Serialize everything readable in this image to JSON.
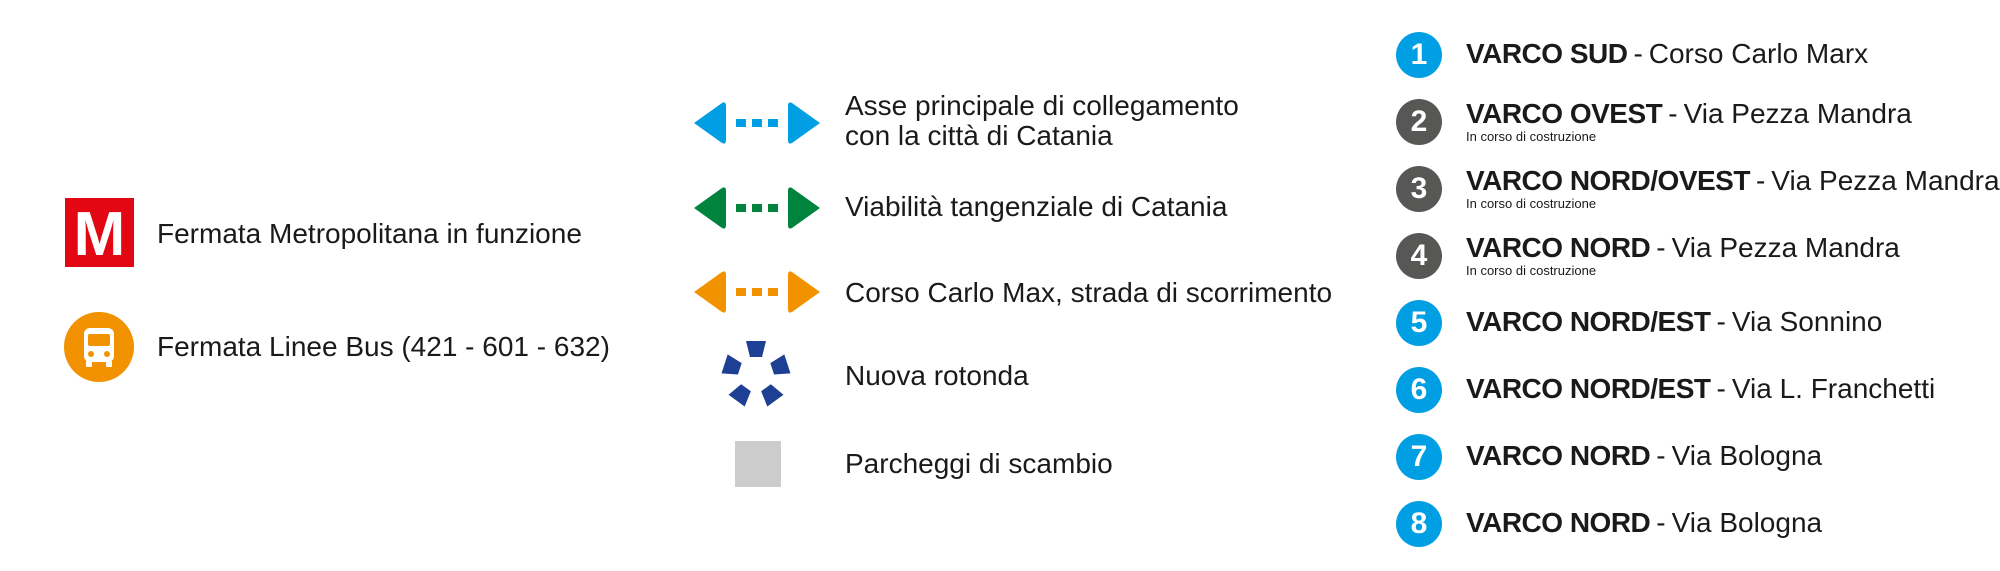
{
  "left_legend": {
    "metro": {
      "label": "Fermata Metropolitana in funzione",
      "icon": "metro-icon",
      "color": "#e30613",
      "glyph": "M"
    },
    "bus": {
      "label": "Fermata Linee Bus (421 - 601 - 632)",
      "icon": "bus-icon",
      "color": "#f39200"
    }
  },
  "middle_legend": {
    "main_axis": {
      "line1": "Asse principale di collegamento",
      "line2": "con la città di Catania",
      "icon": "double-arrow-icon",
      "color": "#009fe3"
    },
    "ring_road": {
      "label": "Viabilità tangenziale di Catania",
      "icon": "double-arrow-icon",
      "color": "#00843d"
    },
    "corso": {
      "label": "Corso Carlo Max, strada di scorrimento",
      "icon": "double-arrow-icon",
      "color": "#f39200"
    },
    "roundabout": {
      "label": "Nuova rotonda",
      "icon": "roundabout-icon",
      "color": "#1d3f94"
    },
    "parking": {
      "label": "Parcheggi di scambio",
      "icon": "parking-square-icon",
      "color": "#cccccc"
    }
  },
  "gates": [
    {
      "number": "1",
      "name": "VARCO SUD",
      "street": "Corso Carlo Marx",
      "note": "",
      "color": "#009fe3"
    },
    {
      "number": "2",
      "name": "VARCO OVEST",
      "street": "Via Pezza Mandra",
      "note": "In corso di costruzione",
      "color": "#575756"
    },
    {
      "number": "3",
      "name": "VARCO NORD/OVEST",
      "street": "Via Pezza Mandra",
      "note": "In corso di costruzione",
      "color": "#575756"
    },
    {
      "number": "4",
      "name": "VARCO NORD",
      "street": "Via Pezza Mandra",
      "note": "In corso di costruzione",
      "color": "#575756"
    },
    {
      "number": "5",
      "name": "VARCO NORD/EST",
      "street": "Via Sonnino",
      "note": "",
      "color": "#009fe3"
    },
    {
      "number": "6",
      "name": "VARCO NORD/EST",
      "street": "Via L. Franchetti",
      "note": "",
      "color": "#009fe3"
    },
    {
      "number": "7",
      "name": "VARCO NORD",
      "street": "Via Bologna",
      "note": "",
      "color": "#009fe3"
    },
    {
      "number": "8",
      "name": "VARCO NORD",
      "street": "Via Bologna",
      "note": "",
      "color": "#009fe3"
    }
  ],
  "separator": "-"
}
